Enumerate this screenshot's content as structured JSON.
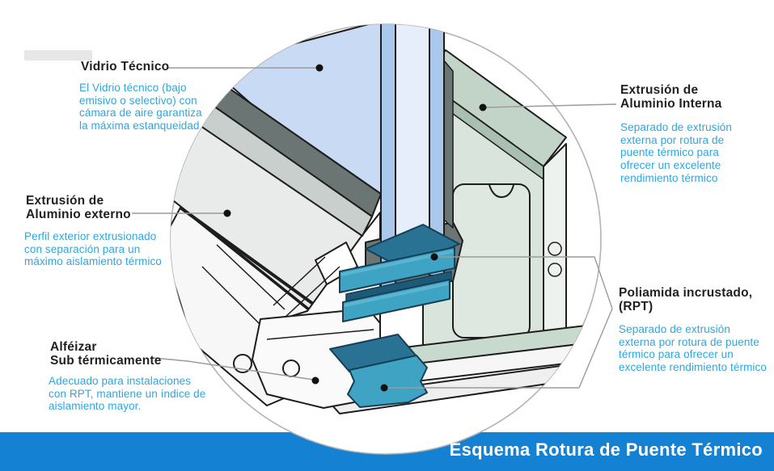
{
  "labels": {
    "vidrio": {
      "title": "Vidrio Técnico",
      "desc": "El Vidrio técnico (bajo\nemisivo o selectivo) con\ncámara de aire garantiza\nla máxima estanqueidad"
    },
    "interna": {
      "title": "Extrusión de\nAluminio Interna",
      "desc": "Separado de extrusión\nexterna por rotura de\npuente térmico para\nofrecer un excelente\nrendimiento térmico"
    },
    "externo": {
      "title": "Extrusión de\nAluminio externo",
      "desc": "Perfil exterior extrusionado\ncon separación para un\nmáximo aislamiento térmico"
    },
    "alfeizar": {
      "title": "Alféizar\nSub térmicamente",
      "desc": "Adecuado para instalaciones\ncon RPT, mantiene  un índice de\naislamiento mayor."
    },
    "poliamida": {
      "title": "Poliamida incrustado,\n(RPT)",
      "desc": "Separado de extrusión\nexterna por rotura de puente\ntérmico para ofrecer un\nexcelente rendimiento térmico"
    }
  },
  "footer": {
    "title": "Esquema Rotura de Puente Térmico"
  },
  "diagram": {
    "parts": [
      "vidrio técnico (double glazing)",
      "extrusión aluminio externa (gray)",
      "extrusión aluminio interna (green)",
      "poliamida RPT (teal bars)",
      "alféizar (sill)"
    ],
    "colors": {
      "accent_text_blue": "#2ba7e0",
      "footer_blue": "#1581d3",
      "label_black": "#231f20",
      "glass_blue": "#aac8ec",
      "glass_face": "#c8daf4",
      "aluminium_gray": "#e9eaea",
      "gasket_gray": "#6b7573",
      "green_top": "#c2d4c7",
      "green_front": "#d9e4dc",
      "polyamide_teal": "#3fa3c4",
      "polyamide_dark": "#2a7294",
      "outline": "#1d1d1d",
      "circle_stroke": "#b3b3b3",
      "leader_gray": "#9b9b9b"
    }
  }
}
